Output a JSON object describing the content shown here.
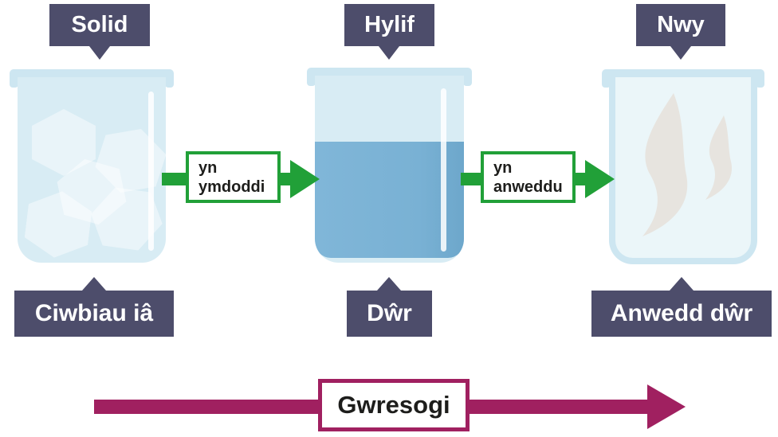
{
  "states": [
    {
      "state_label": "Solid",
      "substance_label": "Ciwbiau iâ",
      "content": "ice-cubes"
    },
    {
      "state_label": "Hylif",
      "substance_label": "Dŵr",
      "content": "water"
    },
    {
      "state_label": "Nwy",
      "substance_label": "Anwedd dŵr",
      "content": "steam"
    }
  ],
  "transitions": [
    {
      "line1": "yn",
      "line2": "ymdoddi"
    },
    {
      "line1": "yn",
      "line2": "anweddu"
    }
  ],
  "heating": {
    "label": "Gwresogi"
  },
  "colors": {
    "tag_bg": "#4d4d6b",
    "tag_text": "#ffffff",
    "arrow_green": "#21a038",
    "arrow_magenta": "#a02060",
    "beaker_glass": "#d8ecf4",
    "beaker_rim": "#cde6f1",
    "gas_beaker_fill": "#ebf6f9",
    "water_blue": "#79b1d4",
    "ice_white": "#e9f4f9",
    "steam_grey": "#e7e4df",
    "dark_text": "#1d1d1b"
  }
}
